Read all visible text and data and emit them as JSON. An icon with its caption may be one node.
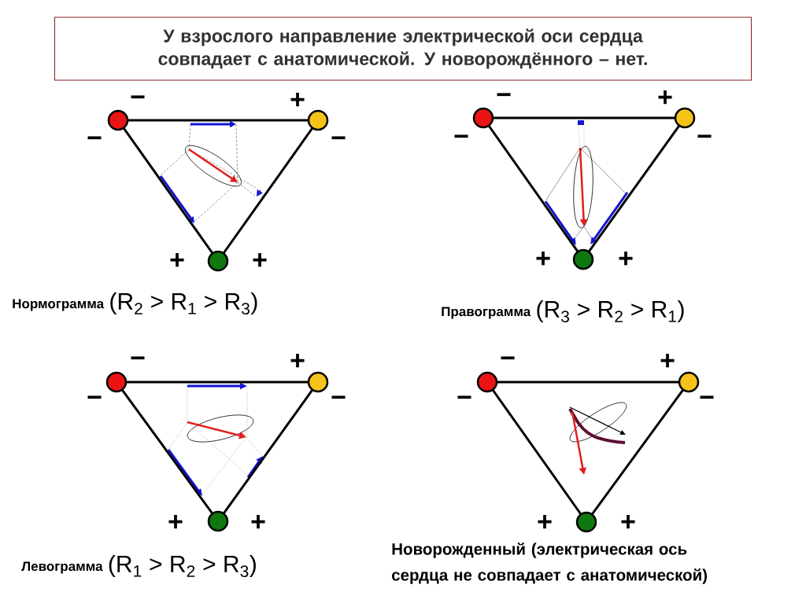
{
  "diagram": {
    "title": "У взрослого направление электрической оси сердца совпадает с анатомической. У новорождённого – нет.",
    "nodes": [
      {
        "text": [],
        "shape": "circle"
      },
      {
        "text": [],
        "shape": "circle"
      },
      {
        "text": [],
        "shape": "circle"
      },
      {
        "text": [],
        "shape": "circle"
      },
      {
        "text": [],
        "shape": "circle"
      },
      {
        "text": [],
        "shape": "circle"
      },
      {
        "text": [],
        "shape": "circle"
      },
      {
        "text": [],
        "shape": "circle"
      },
      {
        "text": [],
        "shape": "circle"
      },
      {
        "text": [],
        "shape": "circle"
      },
      {
        "text": [],
        "shape": "circle"
      },
      {
        "text": [],
        "shape": "circle"
      }
    ],
    "edges": [
      {
        "from": 0,
        "to": 1,
        "arrow": "none"
      },
      {
        "from": 0,
        "to": 2,
        "arrow": "none"
      },
      {
        "from": 1,
        "to": 2,
        "arrow": "none"
      },
      {
        "from": 3,
        "to": 4,
        "arrow": "none"
      },
      {
        "from": 3,
        "to": 5,
        "arrow": "none"
      },
      {
        "from": 4,
        "to": 5,
        "arrow": "none"
      },
      {
        "from": 6,
        "to": 7,
        "arrow": "none"
      },
      {
        "from": 6,
        "to": 8,
        "arrow": "none"
      },
      {
        "from": 7,
        "to": 8,
        "arrow": "none"
      },
      {
        "from": 9,
        "to": 10,
        "arrow": "none"
      },
      {
        "from": 9,
        "to": 11,
        "arrow": "none"
      },
      {
        "from": 10,
        "to": 11,
        "arrow": "none"
      }
    ],
    "labels": [
      "−",
      "+",
      "−",
      "−",
      "+",
      "+",
      "Нормограмма",
      "(R$_{2}$ > R$_{1}$ > R$_{3}$)",
      "−",
      "+",
      "−",
      "−",
      "+",
      "+",
      "Правограмма",
      "(R$_{3}$ > R$_{2}$ > R$_{1}$)",
      "−",
      "+",
      "−",
      "−",
      "+",
      "+",
      "Левограмма",
      "(R$_{1}$ > R$_{2}$ > R$_{3}$)",
      "−",
      "+",
      "−",
      "−",
      "+",
      "+",
      "Новорожденный (электрическая ось сердца не совпадает с анатомической)"
    ]
  }
}
